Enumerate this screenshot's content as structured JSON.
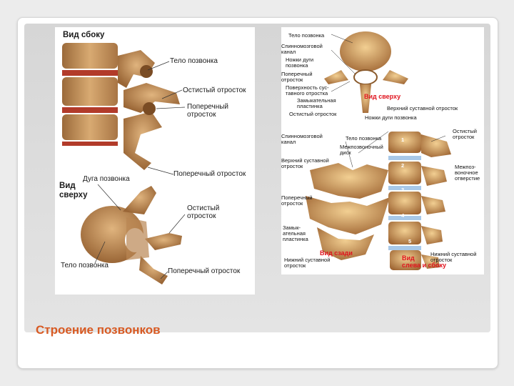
{
  "slide": {
    "caption": "Строение позвонков",
    "left_panel": {
      "heading_side": "Вид сбоку",
      "heading_top": "Вид\nсверху",
      "labels_side": [
        "Тело позвонка",
        "Остистый отросток",
        "Поперечный\nотросток",
        "Поперечный отросток"
      ],
      "labels_top": [
        "Дуга позвонка",
        "Остистый\nотросток",
        "Тело позвонка",
        "Поперечный отросток"
      ]
    },
    "right_panel": {
      "labels": {
        "body": "Тело позвонка",
        "spinal_canal": "Спинномозговой\nканал",
        "arch_pedicles": "Ножки дуги\nпозвонка",
        "transverse": "Поперечный\nотросток",
        "articular_surface": "Поверхность сус-\nтавного отростка",
        "lamina": "Замыкательная\nпластинка",
        "spinous": "Остистый отросток",
        "upper_articular": "Верхний суставной отросток",
        "arch_legs": "Ножки дуги позвонка",
        "spinal_canal2": "Спинномозговой\nканал",
        "body2": "Тело позвонка",
        "disc": "Межпозвоночный\nдиск",
        "upper_articular2": "Верхний суставной\nотросток",
        "spinous2": "Остистый\nотросток",
        "foramen": "Межпоз-\nвоночное\nотверстие",
        "transverse2": "Поперечный\nотросток",
        "lamina2": "Замык-\nательная\nпластинка",
        "lower_articular": "Нижний суставной\nотросток",
        "lower_articular2": "Нижний суставной\nотросток"
      },
      "views": {
        "top": "Вид сверху",
        "back": "Вид сзади",
        "side": "Вид\nслева и сбоку"
      },
      "vertebra_numbers": [
        "1",
        "2",
        "3",
        "4",
        "5"
      ]
    },
    "colors": {
      "background": "#ececec",
      "content_area": "#dcdcdc",
      "right_panel": "#2e95e6",
      "caption": "#d85a23",
      "view_label": "#e0141e"
    }
  }
}
